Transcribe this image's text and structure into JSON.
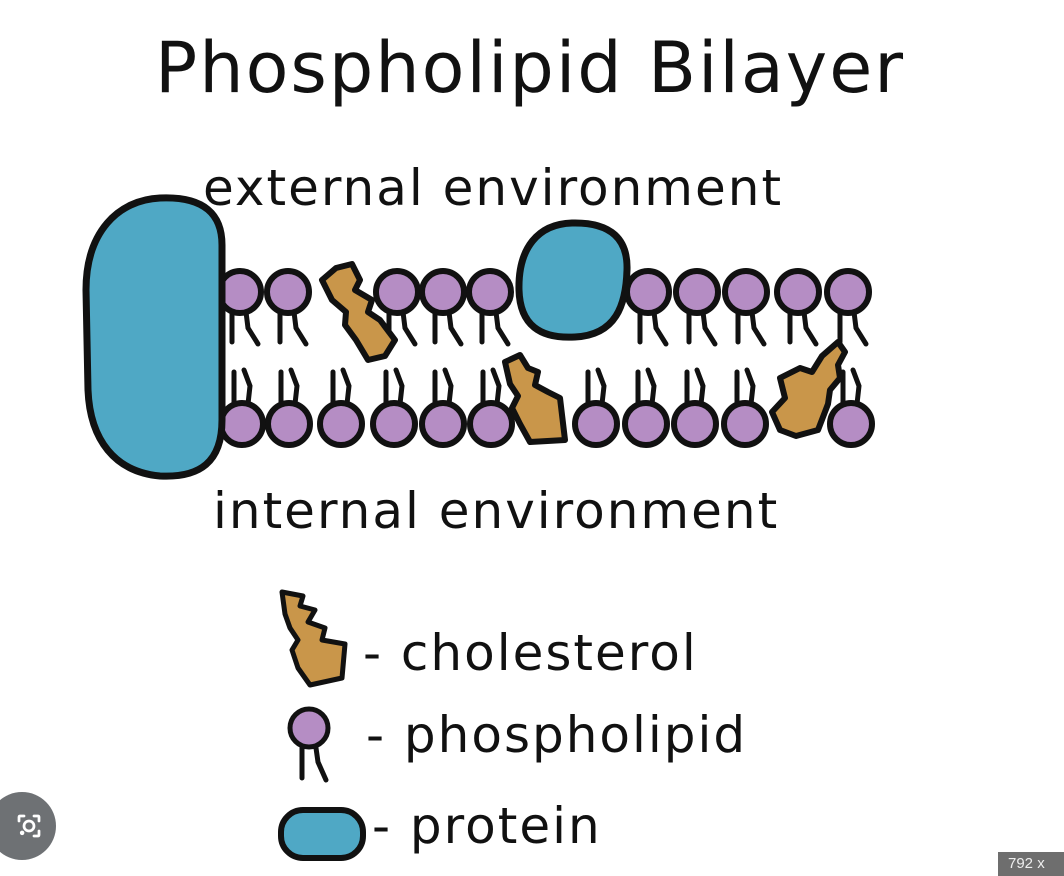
{
  "title": "Phospholipid Bilayer",
  "labels": {
    "external": "external environment",
    "internal": "internal environment"
  },
  "legend": [
    {
      "key": "cholesterol",
      "text": "- cholesterol"
    },
    {
      "key": "phospholipid",
      "text": "- phospholipid"
    },
    {
      "key": "protein",
      "text": "- protein"
    }
  ],
  "colors": {
    "phospholipid_head": "#b58dc4",
    "protein": "#4fa8c5",
    "cholesterol": "#c9964a",
    "outline": "#111111"
  },
  "overlay": {
    "lens_icon": "google-lens-icon",
    "size_badge": "792 x"
  }
}
